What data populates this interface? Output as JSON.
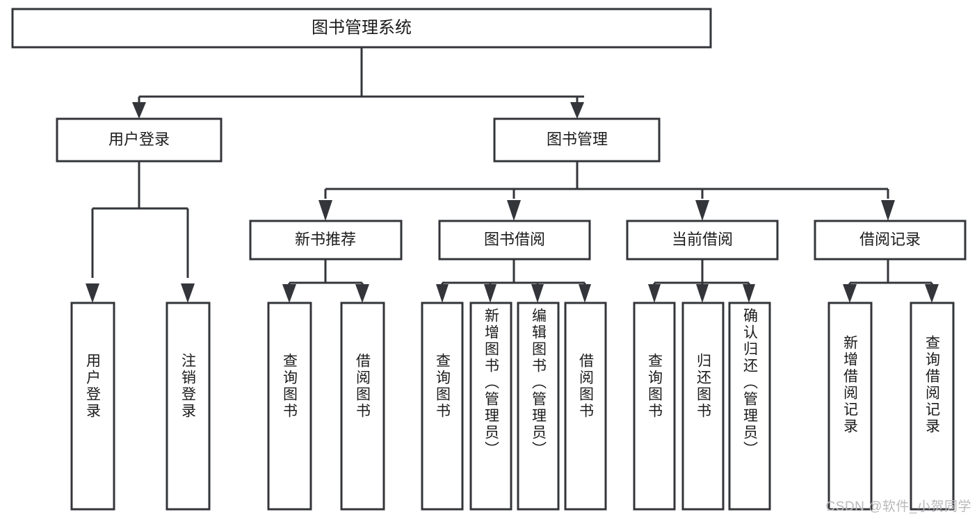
{
  "diagram": {
    "kind": "hierarchical-tree",
    "title_node": {
      "id": "root",
      "label": "图书管理系统"
    },
    "level1": [
      {
        "id": "login",
        "label": "用户登录"
      },
      {
        "id": "bookmgmt",
        "label": "图书管理"
      }
    ],
    "level2": [
      {
        "id": "newbook",
        "label": "新书推荐",
        "parent": "bookmgmt"
      },
      {
        "id": "borrow",
        "label": "图书借阅",
        "parent": "bookmgmt"
      },
      {
        "id": "current",
        "label": "当前借阅",
        "parent": "bookmgmt"
      },
      {
        "id": "record",
        "label": "借阅记录",
        "parent": "bookmgmt"
      }
    ],
    "leaves": [
      {
        "id": "leaf-1",
        "label": "用户登录",
        "parent": "login"
      },
      {
        "id": "leaf-2",
        "label": "注销登录",
        "parent": "login"
      },
      {
        "id": "leaf-3",
        "label": "查询图书",
        "parent": "newbook"
      },
      {
        "id": "leaf-4",
        "label": "借阅图书",
        "parent": "newbook"
      },
      {
        "id": "leaf-5",
        "label": "查询图书",
        "parent": "borrow"
      },
      {
        "id": "leaf-6",
        "label": "新增图书（管理员）",
        "parent": "borrow"
      },
      {
        "id": "leaf-7",
        "label": "编辑图书（管理员）",
        "parent": "borrow"
      },
      {
        "id": "leaf-8",
        "label": "借阅图书",
        "parent": "borrow"
      },
      {
        "id": "leaf-9",
        "label": "查询图书",
        "parent": "current"
      },
      {
        "id": "leaf-10",
        "label": "归还图书",
        "parent": "current"
      },
      {
        "id": "leaf-11",
        "label": "确认归还（管理员）",
        "parent": "current"
      },
      {
        "id": "leaf-12",
        "label": "新增借阅记录",
        "parent": "record"
      },
      {
        "id": "leaf-13",
        "label": "查询借阅记录",
        "parent": "record"
      }
    ],
    "colors": {
      "stroke": "#33353a",
      "fill": "#ffffff",
      "text": "#1b1b1b",
      "watermark": "#b9b9b9",
      "background": "#ffffff"
    }
  },
  "watermark": {
    "text": "CSDN @软件_小贺同学"
  }
}
